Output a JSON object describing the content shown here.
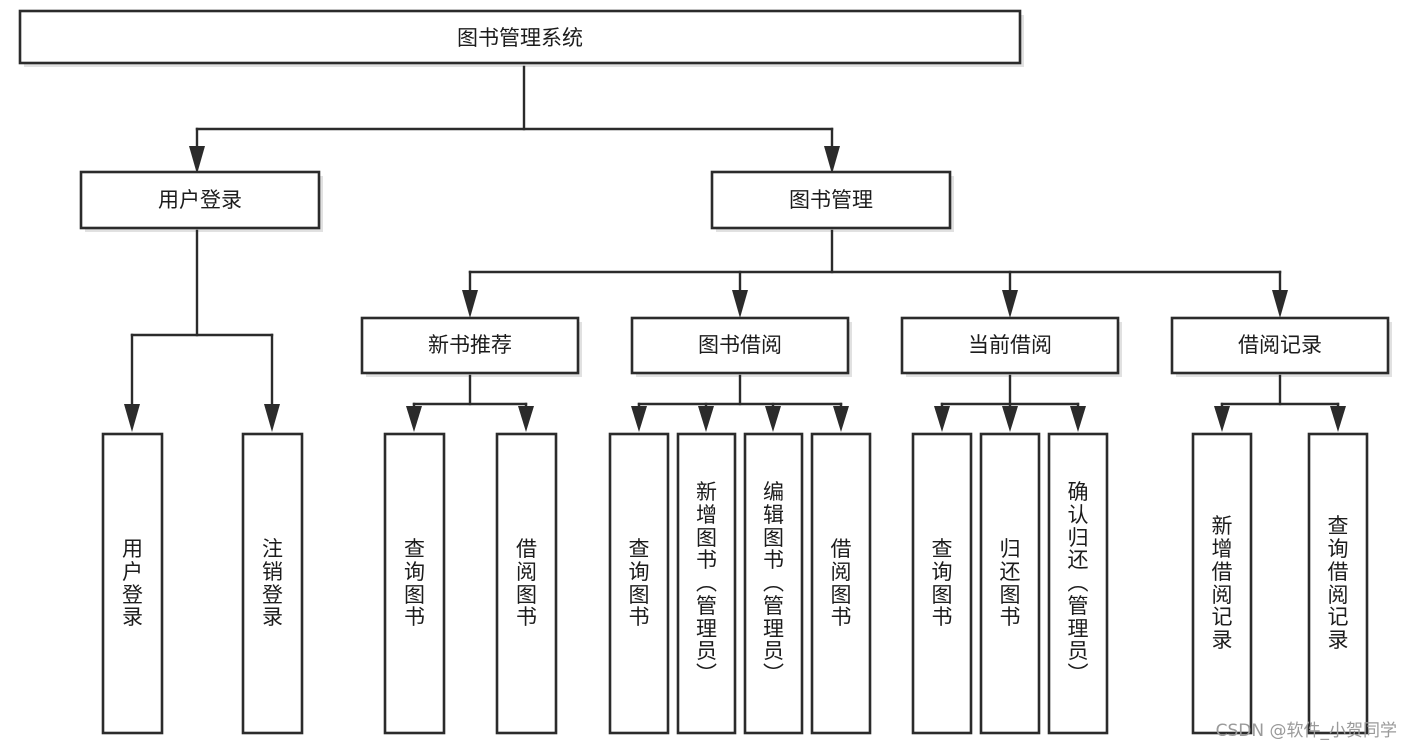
{
  "diagram": {
    "title_node": {
      "label": "图书管理系统"
    },
    "level1": [
      {
        "id": "user-login",
        "label": "用户登录"
      },
      {
        "id": "book-manage",
        "label": "图书管理"
      }
    ],
    "level2": [
      {
        "id": "new-book-recommend",
        "label": "新书推荐",
        "parent": "book-manage"
      },
      {
        "id": "book-borrow",
        "label": "图书借阅",
        "parent": "book-manage"
      },
      {
        "id": "current-borrow",
        "label": "当前借阅",
        "parent": "book-manage"
      },
      {
        "id": "borrow-record",
        "label": "借阅记录",
        "parent": "book-manage"
      }
    ],
    "leaves": [
      {
        "id": "leaf-user-login",
        "label": "用户登录",
        "parent": "user-login"
      },
      {
        "id": "leaf-logout",
        "label": "注销登录",
        "parent": "user-login"
      },
      {
        "id": "leaf-query-book-1",
        "label": "查询图书",
        "parent": "new-book-recommend"
      },
      {
        "id": "leaf-borrow-book-1",
        "label": "借阅图书",
        "parent": "new-book-recommend"
      },
      {
        "id": "leaf-query-book-2",
        "label": "查询图书",
        "parent": "book-borrow"
      },
      {
        "id": "leaf-add-book",
        "label": "新增图书（管理员）",
        "parent": "book-borrow"
      },
      {
        "id": "leaf-edit-book",
        "label": "编辑图书（管理员）",
        "parent": "book-borrow"
      },
      {
        "id": "leaf-borrow-book-2",
        "label": "借阅图书",
        "parent": "book-borrow"
      },
      {
        "id": "leaf-query-book-3",
        "label": "查询图书",
        "parent": "current-borrow"
      },
      {
        "id": "leaf-return-book",
        "label": "归还图书",
        "parent": "current-borrow"
      },
      {
        "id": "leaf-confirm-return",
        "label": "确认归还（管理员）",
        "parent": "current-borrow"
      },
      {
        "id": "leaf-add-record",
        "label": "新增借阅记录",
        "parent": "borrow-record"
      },
      {
        "id": "leaf-query-record",
        "label": "查询借阅记录",
        "parent": "borrow-record"
      }
    ],
    "colors": {
      "background": "#ffffff",
      "box_fill": "#ffffff",
      "box_stroke": "#2b2b2b",
      "text": "#1c1c1c",
      "watermark": "#9a9a9a"
    }
  },
  "watermark": {
    "text": "CSDN @软件_小贺同学"
  }
}
